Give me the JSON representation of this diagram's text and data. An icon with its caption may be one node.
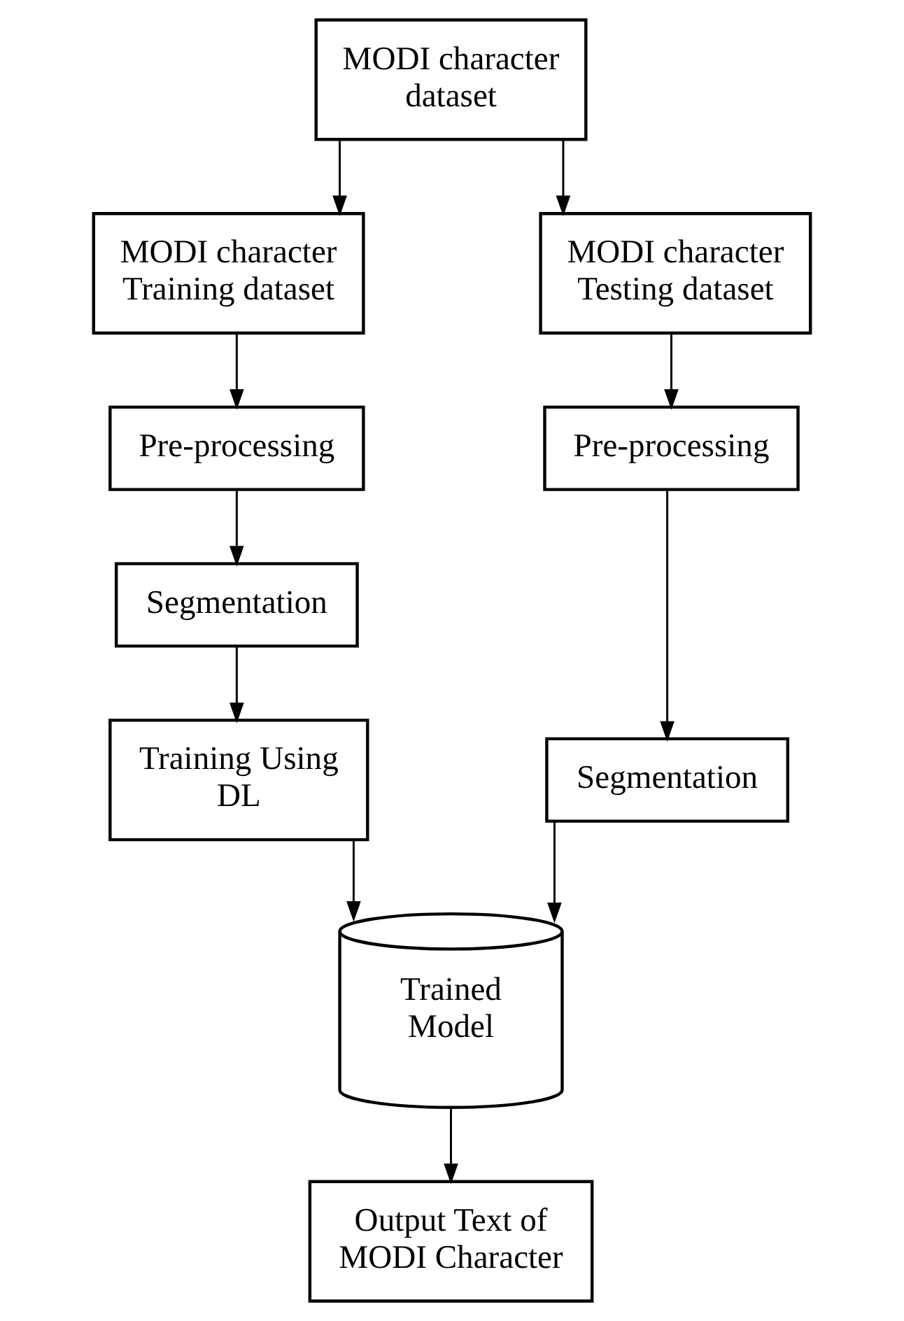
{
  "diagram": {
    "nodes": [
      {
        "text": [
          "MODI character dataset"
        ]
      },
      {
        "text": [
          "MODI character Training dataset"
        ]
      },
      {
        "text": [
          "MODI character Testing dataset"
        ]
      },
      {
        "text": [
          "Pre-processing"
        ]
      },
      {
        "text": [
          "Pre-processing"
        ]
      },
      {
        "text": [
          "Segmentation"
        ]
      },
      {
        "text": [
          "Segmentation"
        ]
      },
      {
        "text": [
          "Training Using DL"
        ]
      },
      {
        "text": [
          "Trained Model"
        ]
      },
      {
        "text": [
          "Output Text of MODI Character"
        ]
      }
    ],
    "edges": [
      {
        "from": 0,
        "to": 1,
        "arrow": "to"
      },
      {
        "from": 0,
        "to": 2,
        "arrow": "to"
      },
      {
        "from": 1,
        "to": 3,
        "arrow": "to"
      },
      {
        "from": 2,
        "to": 4,
        "arrow": "to"
      },
      {
        "from": 3,
        "to": 5,
        "arrow": "to"
      },
      {
        "from": 4,
        "to": 6,
        "arrow": "to"
      },
      {
        "from": 5,
        "to": 7,
        "arrow": "to"
      },
      {
        "from": 7,
        "to": 8,
        "arrow": "to"
      },
      {
        "from": 6,
        "to": 8,
        "arrow": "to"
      },
      {
        "from": 8,
        "to": 9,
        "arrow": "to"
      }
    ]
  }
}
